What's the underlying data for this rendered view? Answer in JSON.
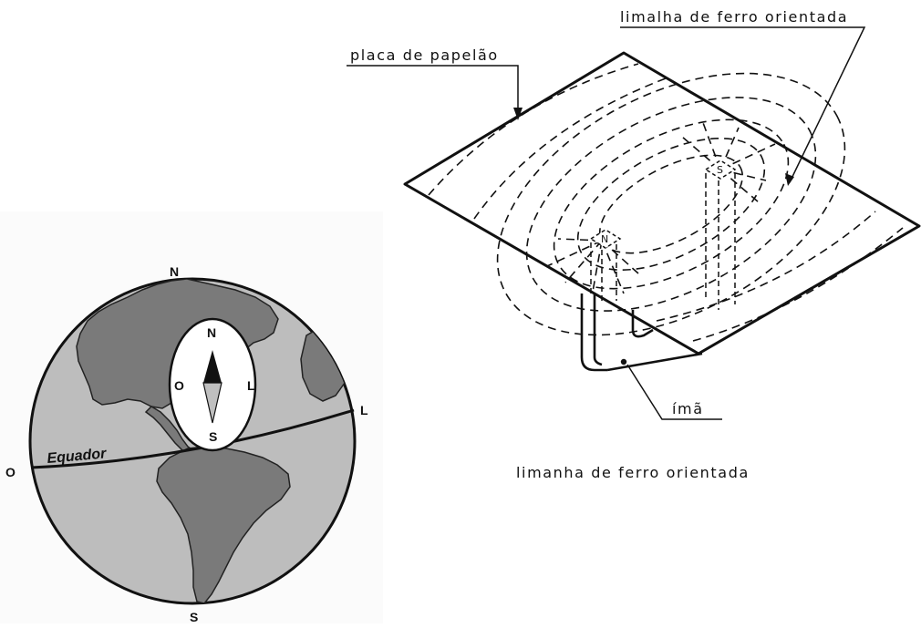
{
  "globe": {
    "north": "N",
    "south": "S",
    "east": "L",
    "west": "O",
    "equator": "Equador",
    "compass": {
      "north": "N",
      "south": "S",
      "east": "L",
      "west": "O"
    },
    "colors": {
      "ocean": "#bdbdbd",
      "land": "#7a7a7a",
      "outline": "#111111"
    }
  },
  "magnet_diagram": {
    "label_board": "placa de papelão",
    "label_filings_top": "limalha de ferro orientada",
    "label_magnet": "ímã",
    "caption": "limanha de ferro orientada",
    "pole_north": "N",
    "pole_south": "S"
  }
}
